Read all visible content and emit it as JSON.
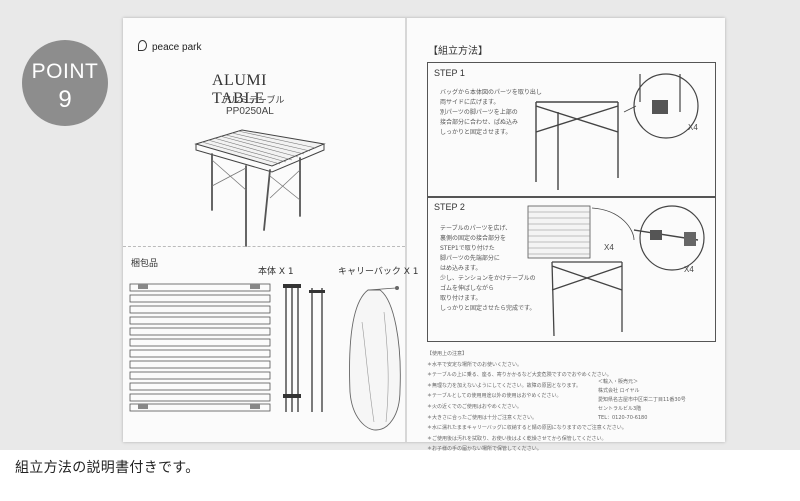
{
  "badge": {
    "word": "POINT",
    "number": "9"
  },
  "manual": {
    "brand": "peace park",
    "product_title": "ALUMI TABLE",
    "product_subtitle": "アルミテーブル",
    "product_code": "PP0250AL",
    "contents_heading": "梱包品",
    "main_body_label": "本体 X 1",
    "carry_bag_label": "キャリーバック X 1",
    "assembly_heading": "【組立方法】",
    "step1": {
      "label": "STEP 1",
      "text": "バッグから本体図のパーツを取り出し\n両サイドに広げます。\n別パーツの脚パーツを上部の\n接合部分に合わせ、ぱぬ込み\nしっかりと固定させます。",
      "multiplier": "X4"
    },
    "step2": {
      "label": "STEP 2",
      "text": "テーブルのパーツを広げ、\n裏側の固定の接合部分を\nSTEP1で取り付けた\n脚パーツの先端部分に\nはめ込みます。\n少し、テンションをかけテーブルの\nゴムを伸ばしながら\n取り付けます。\nしっかりと固定させたら完成です。",
      "multiplier_left": "X4",
      "multiplier_right": "X4"
    },
    "notes": "【使用上の注意】\n＊水平で安定な場所でのお使いください。\n＊テーブルの上に乗る、座る、寄りかかるなど大変危険ですのでおやめください。\n＊無理な力を加えないようにしてください。故障の原因となります。\n＊テーブルとしての使用用途以外の使用はおやめください。\n＊火の近くでのご使用はおやめください。\n＊大きさに合ったご使用は十分ご注意ください。\n＊水に濡れたままキャリーバッグに収納すると錆の原因になりますのでご注意ください。\n＊ご使用後は汚れを拭取り、お使い後はよく乾燥させてから保管してください。\n＊お子様の手の届かない場所で保管してください。",
    "contact": "＜輸入・販売元＞\n株式会社 ロイヤル\n愛知県名古屋市中区栄二丁目11番30号\nセントラルビル3階\nTEL：0120-70-6180"
  },
  "caption": "組立方法の説明書付きです。",
  "colors": {
    "badge": "#8d8d8d",
    "paper": "#fbfbfb",
    "backdrop": "#e9e9e9",
    "ink": "#333333"
  }
}
